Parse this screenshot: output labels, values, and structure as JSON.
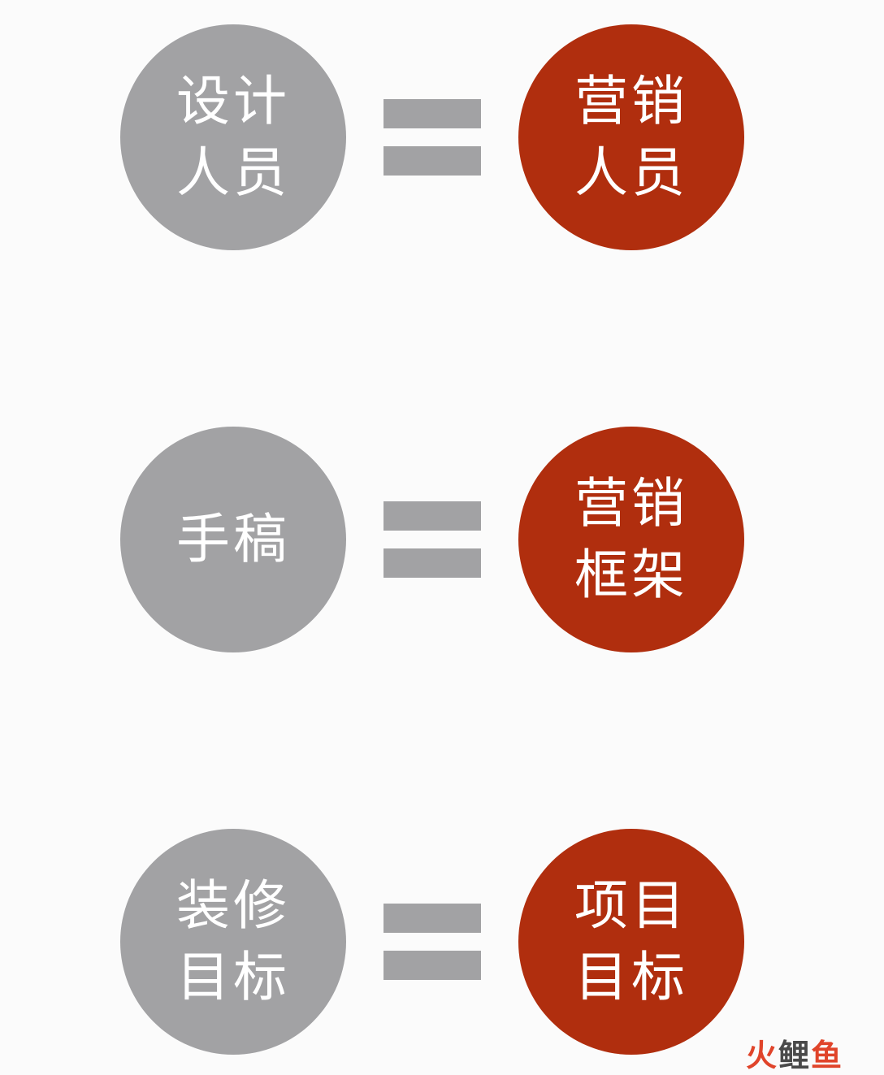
{
  "rows": [
    {
      "left": {
        "line1": "设计",
        "line2": "人员"
      },
      "right": {
        "line1": "营销",
        "line2": "人员"
      }
    },
    {
      "left": {
        "line1": "手稿",
        "line2": ""
      },
      "right": {
        "line1": "营销",
        "line2": "框架"
      }
    },
    {
      "left": {
        "line1": "装修",
        "line2": "目标"
      },
      "right": {
        "line1": "项目",
        "line2": "目标"
      }
    }
  ],
  "colors": {
    "left_circle": "#a2a2a4",
    "right_circle": "#b02e0e",
    "equals_sign": "#a2a2a4",
    "background": "#fbfbfb"
  },
  "watermark": {
    "char1": "火",
    "char2": "鲤",
    "char3": "鱼"
  }
}
